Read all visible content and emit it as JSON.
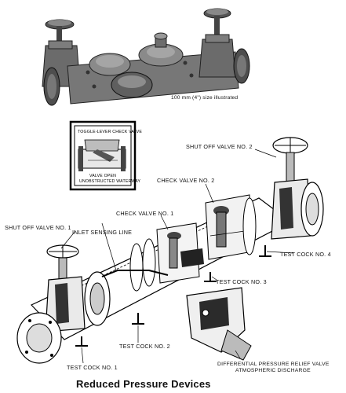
{
  "photo": {
    "caption": "100 mm (4\") size illustrated"
  },
  "inset": {
    "title": "TOGGLE-LEVER CHECK VALVE",
    "line1": "VALVE OPEN",
    "line2": "UNOBSTRUCTED WATERWAY"
  },
  "labels": {
    "shutoff_2": "SHUT OFF VALVE NO. 2",
    "check_2": "CHECK VALVE NO. 2",
    "check_1": "CHECK VALVE NO. 1",
    "shutoff_1": "SHUT OFF VALVE NO. 1",
    "inlet": "INLET SENSING LINE",
    "testcock_4": "TEST COCK NO. 4",
    "testcock_3": "TEST COCK NO. 3",
    "testcock_2": "TEST COCK NO. 2",
    "testcock_1": "TEST COCK NO. 1",
    "relief_1": "DIFFERENTIAL PRESSURE RELIEF VALVE",
    "relief_2": "ATMOSPHERIC DISCHARGE"
  },
  "footer": {
    "title": "Reduced Pressure Devices"
  }
}
